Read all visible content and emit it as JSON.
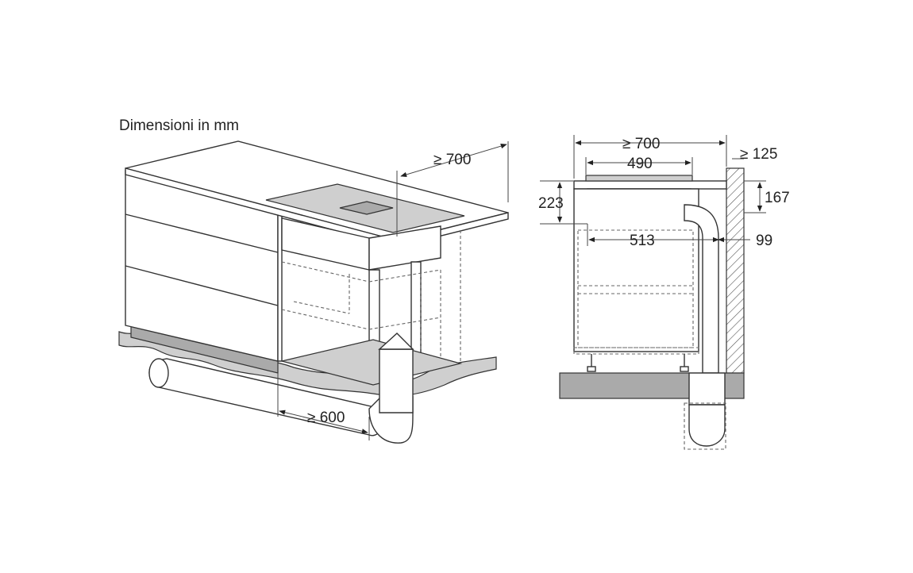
{
  "title": "Dimensioni in mm",
  "dimensions": {
    "iso_width": "≥ 700",
    "iso_duct": "≥ 600",
    "side_width": "≥ 700",
    "hob_width": "490",
    "height": "223",
    "inner_depth": "513",
    "wall_gap": "≥ 125",
    "duct_height": "167",
    "duct_offset": "99"
  },
  "colors": {
    "line": "#333333",
    "fill_light": "#cfcfcf",
    "fill_dark": "#aaaaaa"
  }
}
